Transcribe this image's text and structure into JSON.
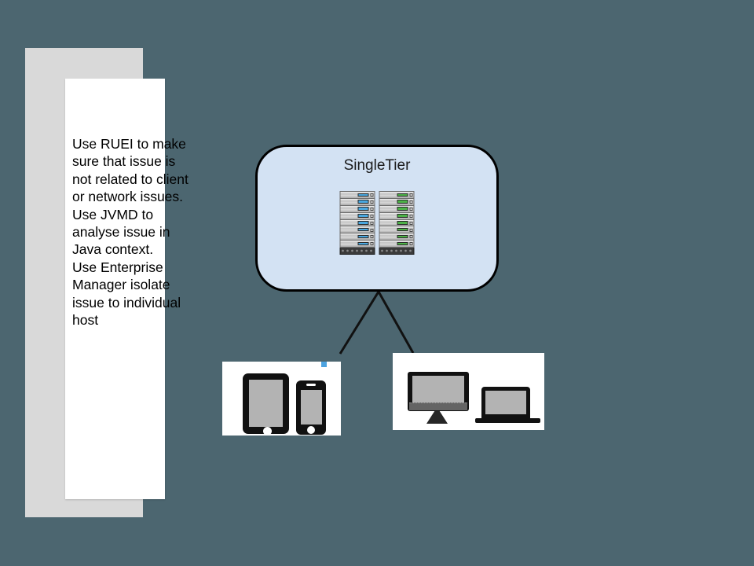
{
  "colors": {
    "background": "#4c6670",
    "gray-panel": "#d9d9d9",
    "white-panel": "#ffffff",
    "tier-box-fill": "#d3e2f3",
    "tier-box-border": "#000000",
    "rack-blue": "#4aa8e0",
    "rack-green": "#4db348",
    "device-frame": "#111111",
    "device-screen": "#b3b3b3",
    "accent-blue-square": "#4da3e0",
    "connector-line": "#111111"
  },
  "notes": {
    "text": "Use RUEI to make\nsure that issue is\nnot related to client\nor network issues.\nUse JVMD to\nanalyse issue in\nJava context.\nUse Enterprise\nManager isolate\nissue to individual\nhost"
  },
  "tier_box": {
    "title": "SingleTier"
  },
  "diagram": {
    "server_racks": [
      {
        "name": "server-rack-blue",
        "accent": "#4aa8e0",
        "units": 8
      },
      {
        "name": "server-rack-green",
        "accent": "#4db348",
        "units": 8
      }
    ],
    "client_groups": [
      {
        "name": "mobile-devices",
        "devices": [
          "tablet",
          "smartphone"
        ]
      },
      {
        "name": "desktop-devices",
        "devices": [
          "desktop-monitor",
          "laptop"
        ]
      }
    ]
  }
}
